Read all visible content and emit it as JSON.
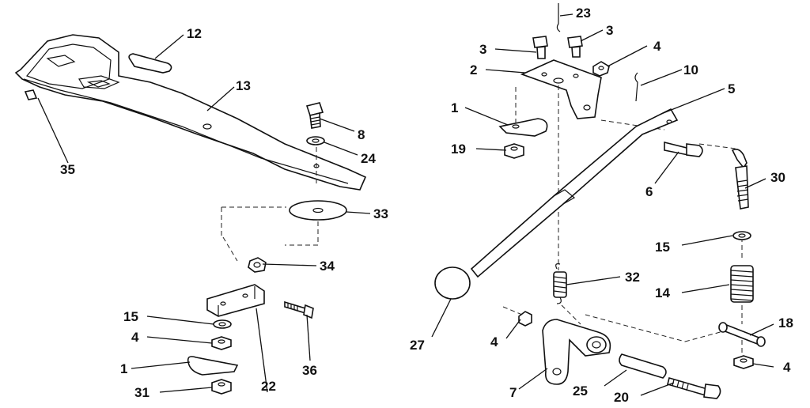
{
  "diagram": {
    "callouts": {
      "c1a": "1",
      "c1b": "1",
      "c2": "2",
      "c3a": "3",
      "c3b": "3",
      "c4a": "4",
      "c4b": "4",
      "c4c": "4",
      "c4d": "4",
      "c5": "5",
      "c6": "6",
      "c7": "7",
      "c8": "8",
      "c10": "10",
      "c12": "12",
      "c13": "13",
      "c14": "14",
      "c15a": "15",
      "c15b": "15",
      "c18": "18",
      "c19": "19",
      "c20": "20",
      "c22": "22",
      "c23": "23",
      "c24": "24",
      "c25": "25",
      "c27": "27",
      "c30": "30",
      "c31": "31",
      "c32": "32",
      "c33": "33",
      "c34": "34",
      "c35": "35",
      "c36": "36"
    }
  }
}
